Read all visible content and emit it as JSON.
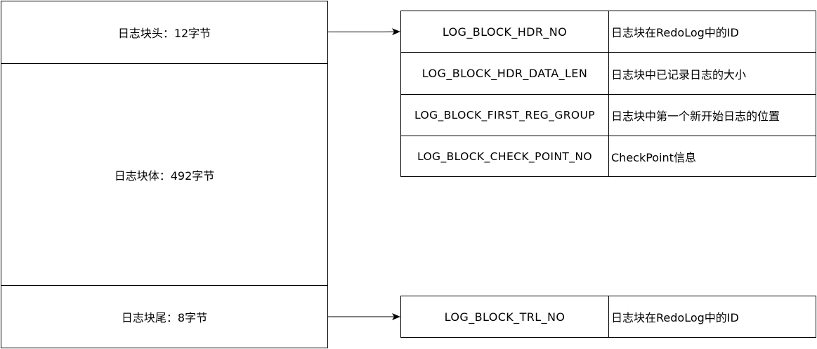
{
  "log_block": {
    "header": "日志块头：12字节",
    "body": "日志块体：492字节",
    "trailer": "日志块尾：8字节"
  },
  "header_table": {
    "rows": [
      {
        "field": "LOG_BLOCK_HDR_NO",
        "desc": "日志块在RedoLog中的ID"
      },
      {
        "field": "LOG_BLOCK_HDR_DATA_LEN",
        "desc": "日志块中已记录日志的大小"
      },
      {
        "field": "LOG_BLOCK_FIRST_REG_GROUP",
        "desc": "日志块中第一个新开始日志的位置"
      },
      {
        "field": "LOG_BLOCK_CHECK_POINT_NO",
        "desc": "CheckPoint信息"
      }
    ]
  },
  "trailer_table": {
    "rows": [
      {
        "field": "LOG_BLOCK_TRL_NO",
        "desc": "日志块在RedoLog中的ID"
      }
    ]
  },
  "colors": {
    "stroke": "#000000",
    "background": "#ffffff"
  }
}
